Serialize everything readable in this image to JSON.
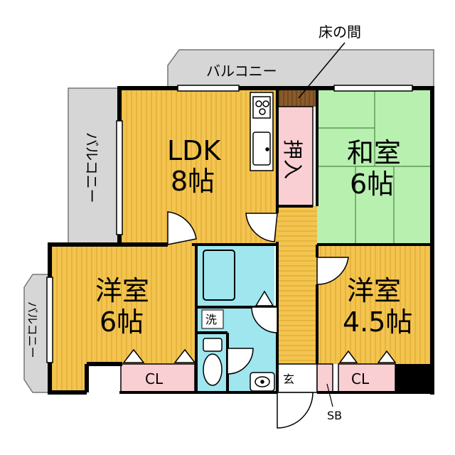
{
  "labels": {
    "balcony_top": "バルコニー",
    "balcony_left": "バルコニー",
    "balcony_left_small": "バルコニー",
    "tokonoma": "床の間",
    "ldk_name": "LDK",
    "ldk_size": "8帖",
    "washitsu_name": "和室",
    "washitsu_size": "6帖",
    "oshiire": "押入",
    "youshitsu_left_name": "洋室",
    "youshitsu_left_size": "6帖",
    "youshitsu_right_name": "洋室",
    "youshitsu_right_size": "4.5帖",
    "closet_left": "CL",
    "closet_right": "CL",
    "wash": "洗",
    "entrance": "玄",
    "shoe_box": "SB"
  },
  "colors": {
    "balcony": "#d6d6d6",
    "wood_floor": "#f3c44f",
    "wood_grain": "#d9a42a",
    "tatami": "#b8f0b0",
    "tatami_line": "#4a8a44",
    "pink": "#f9cfd3",
    "bath": "#9fe6ee",
    "wall": "#000000",
    "tokonoma": "#8a5a2a"
  }
}
